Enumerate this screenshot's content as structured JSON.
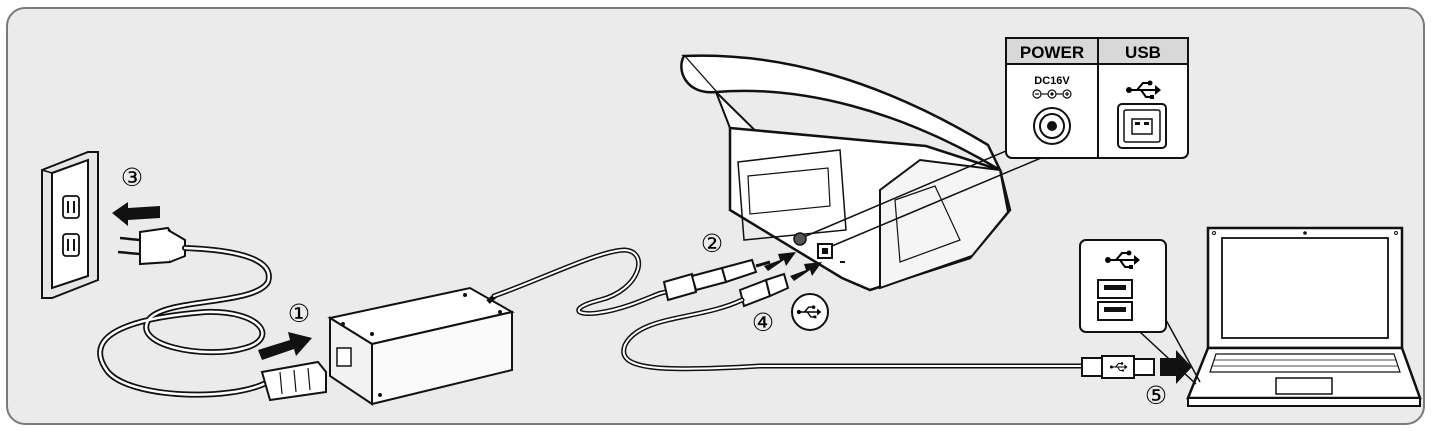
{
  "ports_panel": {
    "power_header": "POWER",
    "usb_header": "USB",
    "voltage_label": "DC16V"
  },
  "steps": {
    "step1": "①",
    "step2": "②",
    "step3": "③",
    "step4": "④",
    "step5": "⑤"
  },
  "icons": {
    "usb": "usb-icon",
    "polarity": "polarity-symbol-icon",
    "arrow": "arrow-icon"
  },
  "colors": {
    "background": "#ebebeb",
    "frame": "#7a7a7a",
    "line": "#1a1a1a",
    "panel": "#ffffff",
    "header_fill": "#d8d8d8"
  }
}
